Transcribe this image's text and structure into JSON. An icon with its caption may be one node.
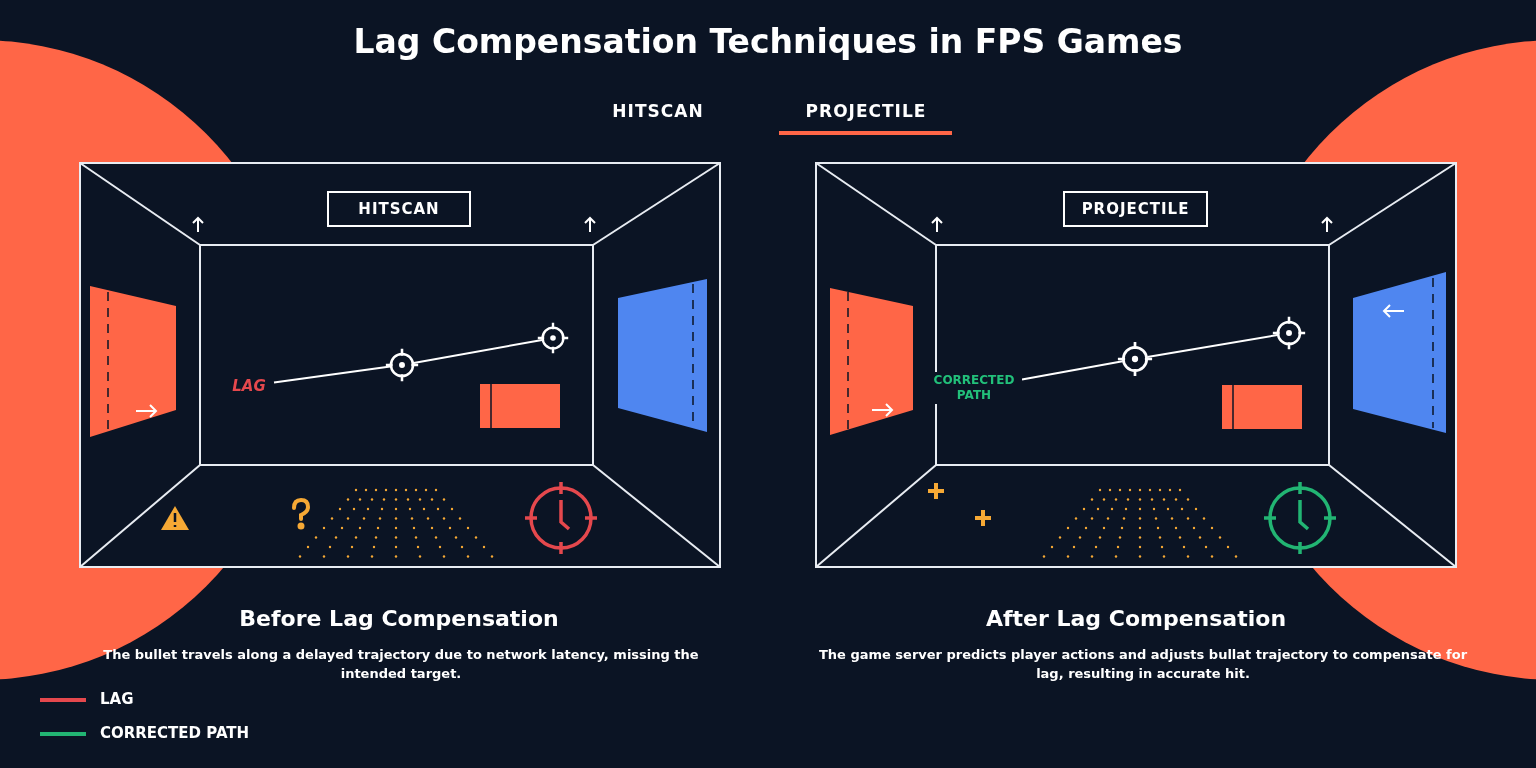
{
  "diagram": {
    "title": "Lag Compensation Techniques in FPS Games",
    "nodes": [
      {
        "text": [
          "HITSCAN"
        ]
      },
      {
        "text": [
          "PROJECTILE"
        ]
      },
      {
        "text": [
          "LAG"
        ]
      },
      {
        "text": [],
        "shape": "crosshair"
      },
      {
        "text": [],
        "shape": "crosshair"
      },
      {
        "text": [
          "CORRECTED PATH"
        ]
      },
      {
        "text": [],
        "shape": "crosshair"
      },
      {
        "text": [],
        "shape": "crosshair"
      }
    ],
    "edges": [
      {
        "from": 2,
        "to": 3,
        "arrow": "none"
      },
      {
        "from": 3,
        "to": 4,
        "arrow": "none"
      },
      {
        "from": 5,
        "to": 6,
        "arrow": "none"
      },
      {
        "from": 6,
        "to": 7,
        "arrow": "none"
      }
    ],
    "labels": [
      "HITSCAN",
      "PROJECTILE",
      "Before Lag Compensation",
      "The bullet travels along a delayed trajectory due to network latency, missing the intended target.",
      "After Lag Compensation",
      "The game server predicts player actions and adjusts bullat trajectory to compensate for lag, resulting in accurate hit."
    ],
    "legend": [
      {
        "text": "LAG",
        "color": "#e5484d"
      },
      {
        "text": "CORRECTED PATH",
        "color": "#22b573"
      }
    ]
  }
}
